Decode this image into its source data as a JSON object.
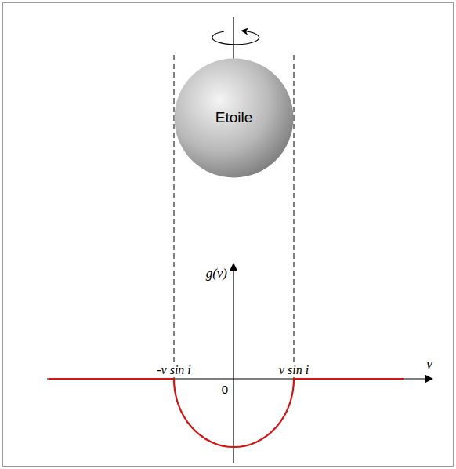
{
  "diagram": {
    "nodes": [
      {
        "text": [
          "Etoile"
        ]
      }
    ],
    "labels": [
      "g(ν)",
      "ν",
      "-ν sin i",
      "ν sin i",
      "0"
    ]
  }
}
